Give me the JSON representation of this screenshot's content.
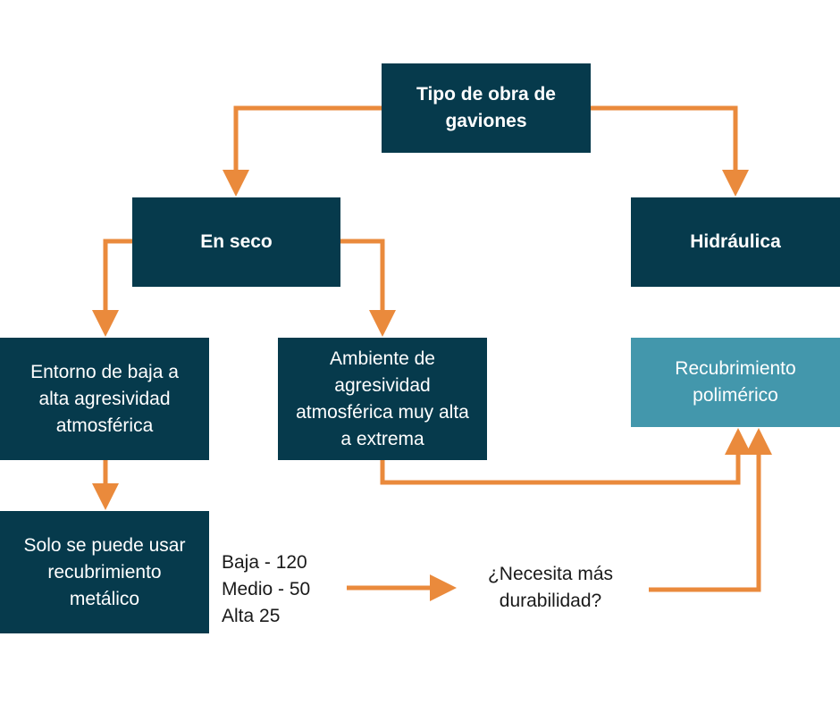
{
  "nodes": {
    "tipo": "Tipo de obra de gaviones",
    "seco": "En seco",
    "hidraulica": "Hidráulica",
    "entorno": "Entorno de baja a alta agresividad atmosférica",
    "ambiente": "Ambiente de agresividad atmosférica muy alta a extrema",
    "recubrimiento": "Recubrimiento polimérico",
    "solo": "Solo se puede usar recubrimiento metálico",
    "necesita": "¿Necesita más durabilidad?"
  },
  "values": {
    "line1": "Baja - 120",
    "line2": "Medio - 50",
    "line3": "Alta 25"
  },
  "colors": {
    "dark_box": "#063a4c",
    "light_box": "#4397ac",
    "arrow": "#ea8a3c"
  }
}
